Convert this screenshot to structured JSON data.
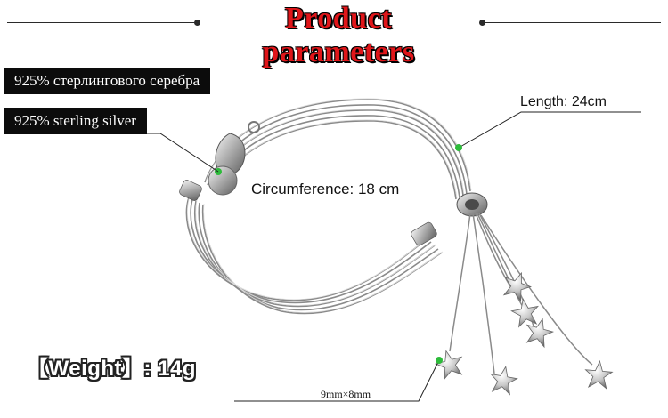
{
  "header": {
    "title": "Product parameters"
  },
  "labels": {
    "russian": "925% стерлингового серебра",
    "english": "925% sterling silver"
  },
  "callouts": {
    "length": "Length: 24cm",
    "circumference": "Circumference: 18 cm",
    "star_size": "9mm×8mm",
    "weight": "【Weight】: 14g"
  },
  "colors": {
    "title": "#e0161a",
    "label_bg": "#0c0c0c",
    "pointer_dot": "#2dbb3a"
  }
}
